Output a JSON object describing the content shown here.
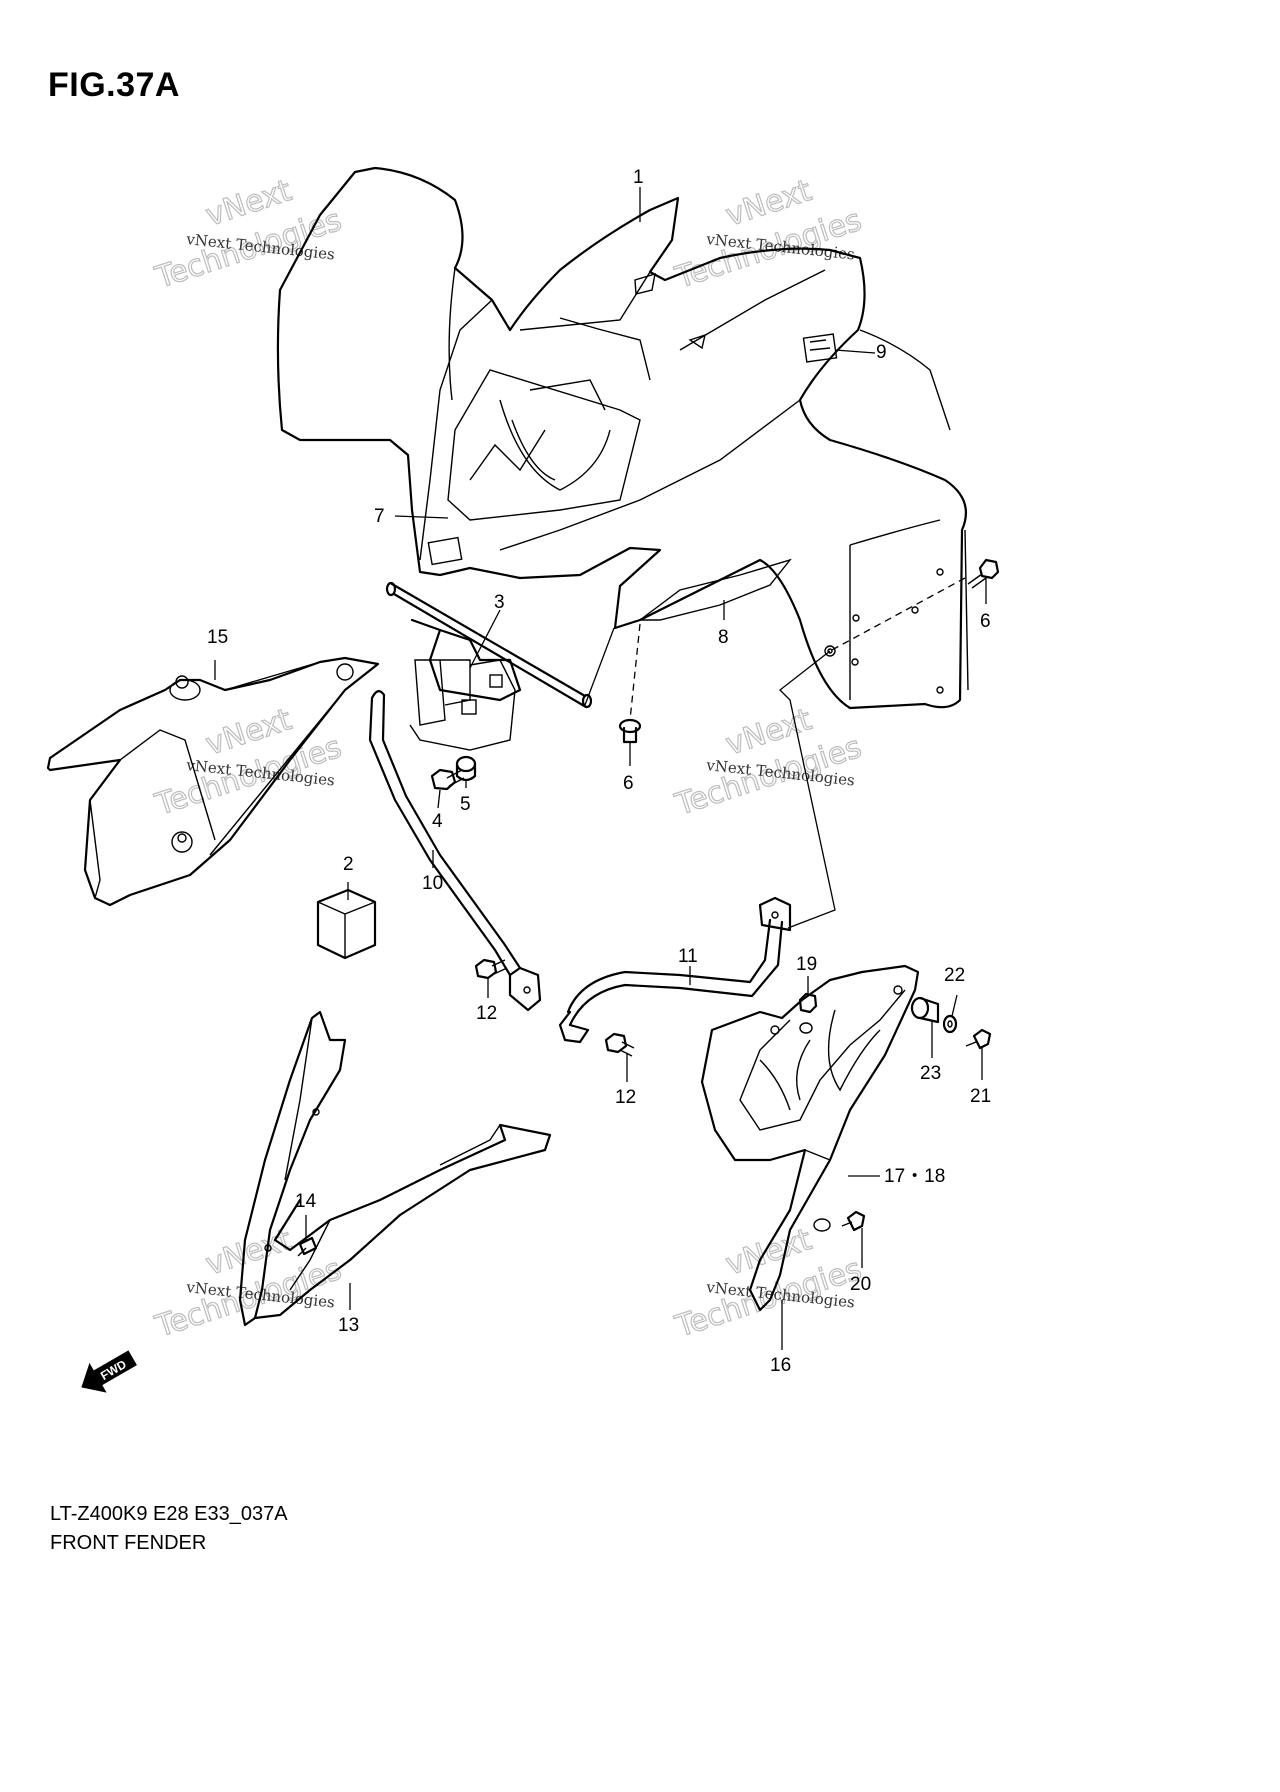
{
  "figure": {
    "title": "FIG.37A",
    "model_code": "LT-Z400K9 E28 E33_037A",
    "name": "FRONT FENDER"
  },
  "watermark": {
    "line1": "vNext",
    "line2": "vNext Technologies",
    "line3": "Technologies"
  },
  "fwd_arrow": {
    "label": "FWD"
  },
  "callouts": [
    {
      "id": "c1",
      "label": "1"
    },
    {
      "id": "c2",
      "label": "2"
    },
    {
      "id": "c3",
      "label": "3"
    },
    {
      "id": "c4",
      "label": "4"
    },
    {
      "id": "c5",
      "label": "5"
    },
    {
      "id": "c6a",
      "label": "6"
    },
    {
      "id": "c6b",
      "label": "6"
    },
    {
      "id": "c7",
      "label": "7"
    },
    {
      "id": "c8",
      "label": "8"
    },
    {
      "id": "c9",
      "label": "9"
    },
    {
      "id": "c10",
      "label": "10"
    },
    {
      "id": "c11",
      "label": "11"
    },
    {
      "id": "c12a",
      "label": "12"
    },
    {
      "id": "c12b",
      "label": "12"
    },
    {
      "id": "c13",
      "label": "13"
    },
    {
      "id": "c14",
      "label": "14"
    },
    {
      "id": "c15",
      "label": "15"
    },
    {
      "id": "c16",
      "label": "16"
    },
    {
      "id": "c1718",
      "label": "17・18"
    },
    {
      "id": "c19",
      "label": "19"
    },
    {
      "id": "c20",
      "label": "20"
    },
    {
      "id": "c21",
      "label": "21"
    },
    {
      "id": "c22",
      "label": "22"
    },
    {
      "id": "c23",
      "label": "23"
    }
  ]
}
